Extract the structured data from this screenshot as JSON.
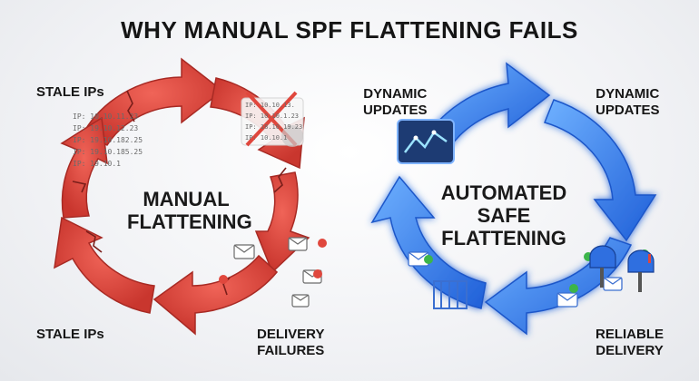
{
  "title": "WHY MANUAL SPF FLATTENING FAILS",
  "left_cycle": {
    "center_label": [
      "MANUAL",
      "FLATTENING"
    ],
    "labels": {
      "top_left": "STALE IPs",
      "bottom_left": "STALE IPs",
      "bottom_right": [
        "DELIVERY",
        "FAILURES"
      ]
    },
    "ip_list_left": [
      "IP: 10.10.11.23",
      "IP: 19.10.12.23",
      "IP: 19.10.182.25",
      "IP: 19.10.185.25",
      "IP: 19.10.1"
    ],
    "ip_list_right": [
      "IP: 10.10.13.",
      "IP: 10.10.1.23",
      "IP: 18.10.19.23",
      "IP: 10.10.1"
    ],
    "colors": {
      "arrow": "#e0473d",
      "arrow_dark": "#b8302a"
    }
  },
  "right_cycle": {
    "center_label": [
      "AUTOMATED",
      "SAFE",
      "FLATTENING"
    ],
    "labels": {
      "top_left": [
        "DYNAMIC",
        "UPDATES"
      ],
      "top_right": [
        "DYNAMIC",
        "UPDATES"
      ],
      "bottom_right": [
        "RELIABLE",
        "DELIVERY"
      ]
    },
    "colors": {
      "arrow": "#2f7bf0",
      "glow": "#7fb4ff"
    }
  }
}
